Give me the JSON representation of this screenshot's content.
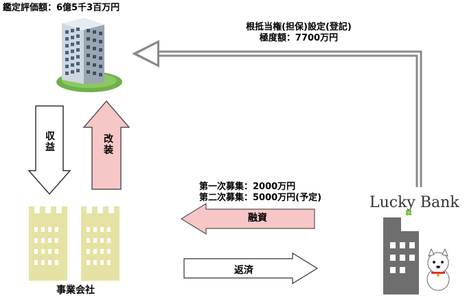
{
  "appraisal": {
    "label": "鑑定評価額：6億5千3百万円"
  },
  "mortgage": {
    "line1": "根抵当権(担保)設定(登記)",
    "line2": "極度額：7700万円"
  },
  "income_arrow": {
    "label": "収益"
  },
  "renovation_arrow": {
    "label": "改装"
  },
  "recruit": {
    "line1": "第一次募集：2000万円",
    "line2": "第二次募集：5000万円(予定)"
  },
  "financing_arrow": {
    "label": "融資"
  },
  "repayment_arrow": {
    "label": "返済"
  },
  "company": {
    "label": "事業会社"
  },
  "bank": {
    "brand": "Lucky Bank"
  },
  "colors": {
    "pink": "#f7c6c6",
    "building_beige": "#e6e2a4",
    "bank_gray": "#6e6e6e",
    "line_gray": "#8a8a8a"
  }
}
